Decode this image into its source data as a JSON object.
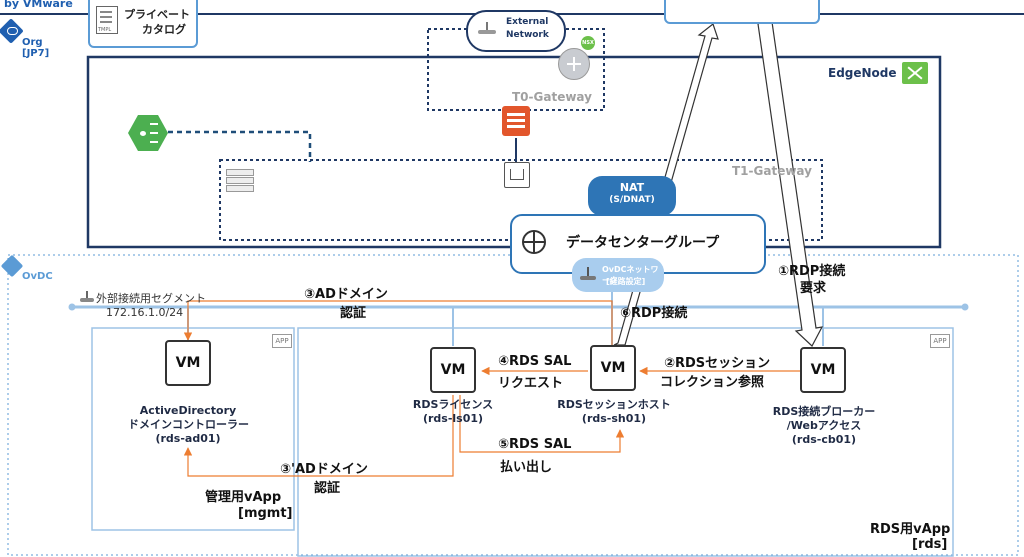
{
  "header": {
    "brand": "by VMware"
  },
  "catalog": {
    "label_line1": "プライベート",
    "label_line2": "カタログ"
  },
  "org": {
    "label": "Org",
    "code": "[JP7]"
  },
  "ovdc": {
    "label": "OvDC"
  },
  "external_network": {
    "line1": "External",
    "line2": "Network"
  },
  "nsx_badge": "NSX",
  "t0": {
    "label": "T0-Gateway"
  },
  "edge": {
    "label": "EdgeNode"
  },
  "t1": {
    "label": "T1-Gateway"
  },
  "nat": {
    "line1": "NAT",
    "line2": "(S/DNAT)"
  },
  "datacenter_group": {
    "label": "データセンターグループ"
  },
  "ovdc_network": {
    "line1": "OvDCネットワーク",
    "line2": "[経路設定]"
  },
  "segment": {
    "name": "外部接続用セグメント",
    "cidr": "172.16.1.0/24"
  },
  "app_badge": "APP",
  "vms": {
    "ad": {
      "label": "VM",
      "name1": "ActiveDirectory",
      "name2": "ドメインコントローラー",
      "host": "(rds-ad01)"
    },
    "ls": {
      "label": "VM",
      "name1": "RDSライセンス",
      "host": "(rds-ls01)"
    },
    "sh": {
      "label": "VM",
      "name1": "RDSセッションホスト",
      "host": "(rds-sh01)"
    },
    "cb": {
      "label": "VM",
      "name1": "RDS接続ブローカー",
      "name2": "/Webアクセス",
      "host": "(rds-cb01)"
    }
  },
  "steps": {
    "s1": {
      "line1": "①RDP接続",
      "line2": "要求"
    },
    "s2": {
      "line1": "②RDSセッション",
      "line2": "コレクション参照"
    },
    "s3": {
      "line1": "③ADドメイン",
      "line2": "認証"
    },
    "s3b": {
      "line1": "③'ADドメイン",
      "line2": "認証"
    },
    "s4": {
      "line1": "④RDS SAL",
      "line2": "リクエスト"
    },
    "s5": {
      "line1": "⑤RDS SAL",
      "line2": "払い出し"
    },
    "s6": {
      "line1": "⑥RDP接続"
    }
  },
  "vapps": {
    "mgmt": {
      "line1": "管理用vApp",
      "line2": "[mgmt]"
    },
    "rds": {
      "line1": "RDS用vApp",
      "line2": "[rds]"
    }
  },
  "colors": {
    "navy": "#1f3864",
    "blue": "#2e75b6",
    "light_blue": "#5b9bd5",
    "arrow_orange": "#ed7d31",
    "nsx_green": "#6cc04a",
    "firewall_red": "#e2562c",
    "green_icon": "#4caf50"
  }
}
